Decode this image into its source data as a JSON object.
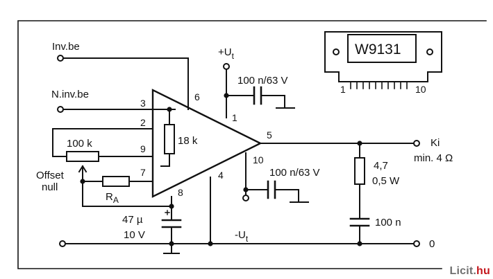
{
  "diagram": {
    "labels": {
      "inv_be": "Inv.be",
      "ninv_be": "N.inv.be",
      "plus_ut": "+U",
      "plus_ut_sub": "t",
      "minus_ut": "-U",
      "minus_ut_sub": "t",
      "cap_top": "100 n/63 V",
      "cap_bottom": "100 n/63 V",
      "pot": "100 k",
      "res_18k": "18 k",
      "offset": "Offset",
      "null": "null",
      "ra": "R",
      "ra_sub": "A",
      "cap_47u": "47 µ",
      "cap_47u_v": "10 V",
      "out_ki": "Ki",
      "out_min": "min. 4 Ω",
      "res_47": "4,7",
      "res_05w": "0,5 W",
      "cap_100n": "100 n",
      "ground": "0",
      "chip_name": "W9131",
      "chip_pin_first": "1",
      "chip_pin_last": "10"
    },
    "pins": {
      "p1": "1",
      "p2": "2",
      "p3": "3",
      "p4": "4",
      "p5": "5",
      "p6": "6",
      "p7": "7",
      "p8": "8",
      "p9": "9",
      "p10": "10"
    }
  },
  "watermark": {
    "brand": "Licit.",
    "tld": "hu"
  }
}
